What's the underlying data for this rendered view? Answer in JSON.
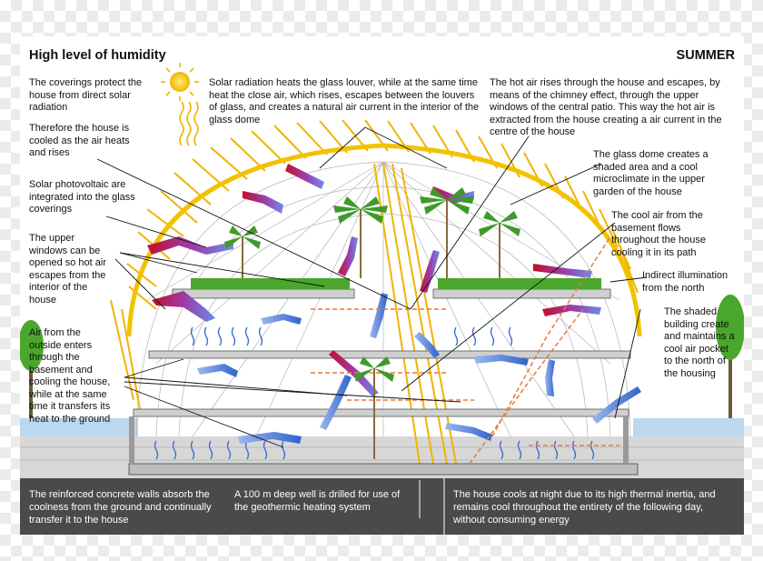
{
  "header": {
    "title": "High level of humidity",
    "season": "SUMMER"
  },
  "labels": {
    "coverings": "The coverings protect the house from direct solar radiation",
    "cooled": "Therefore the house is cooled as the air heats and rises",
    "photovoltaic": "Solar photovoltaic are integrated into the glass coverings",
    "upper_windows": "The upper windows can be opened so hot air escapes from the interior of the house",
    "outside_air": "Air from the outside enters through the basement and cooling the house, while at the same time it transfers its heat to the ground",
    "glass_louver": "Solar radiation heats the glass louver, while at the same time heat the close air, which rises, escapes between the louvers of glass, and creates a natural air current in the interior of the glass dome",
    "chimney": "The hot air rises through the house and escapes, by means of the chimney effect, through the upper windows of the central patio.  This way the hot air is extracted from the house creating a air current in the centre of the house",
    "glass_dome": "The glass dome creates a shaded area and a cool microclimate in the upper garden of the house",
    "basement_air": "The cool air from the basement flows throughout the house cooling it in its path",
    "indirect": "Indirect illumination from the north",
    "shaded_building": "The shaded building create and maintains a cool air pocket to the north of the housing"
  },
  "footer": {
    "concrete": "The reinforced concrete walls absorb the coolness from the ground and continually transfer it to the house",
    "well": "A 100 m deep well is drilled for use of the geothermic heating system",
    "night": "The house cools at night due to its high thermal inertia, and remains cool throughout the entirety of the following day, without consuming energy"
  },
  "colors": {
    "sun": "#f2c200",
    "rays": "#f0b400",
    "warm_air": "#c0102a",
    "cool_air": "#3b6fd1",
    "footer_bg": "#4a4a4a",
    "water": "#bcd8ee",
    "tree": "#4aa62c"
  },
  "icons": [
    "sun-icon",
    "palm-tree-icon",
    "tree-icon",
    "air-flow-arrow-icon"
  ]
}
